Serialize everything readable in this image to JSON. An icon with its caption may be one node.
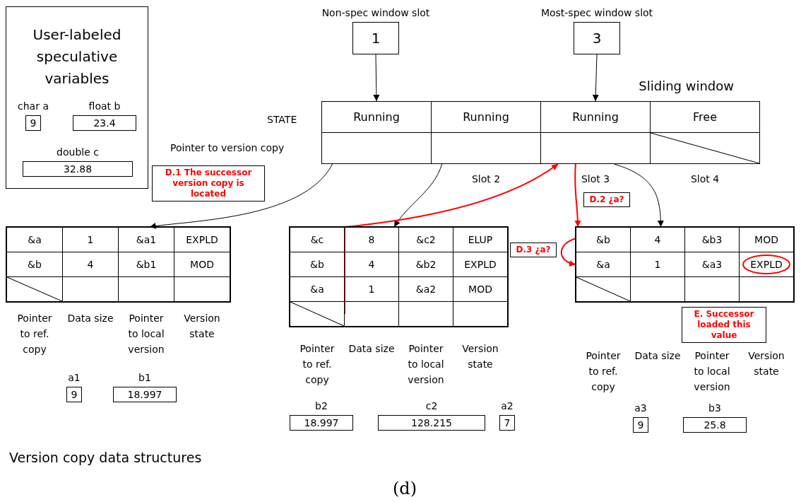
{
  "diagram": {
    "caption": "(d)",
    "nodes": [
      {
        "text": [
          "User-labeled speculative variables"
        ]
      },
      {
        "text": [
          "char a",
          "9"
        ],
        "in": 0
      },
      {
        "text": [
          "float b",
          "23.4"
        ],
        "in": 0
      },
      {
        "text": [
          "double c",
          "32.88"
        ],
        "in": 0
      },
      {
        "text": [
          "Non-spec window slot",
          "1"
        ]
      },
      {
        "text": [
          "Most-spec window slot",
          "3"
        ]
      },
      {
        "text": [
          "Sliding window"
        ]
      },
      {
        "text": [
          "Running"
        ],
        "in": 6
      },
      {
        "text": [
          "Running"
        ],
        "in": 6
      },
      {
        "text": [
          "Running"
        ],
        "in": 6
      },
      {
        "text": [
          "Free"
        ],
        "in": 6
      },
      {
        "text": [],
        "shape": "box",
        "in": 6
      },
      {
        "text": [],
        "shape": "box",
        "in": 6
      },
      {
        "text": [],
        "shape": "box",
        "in": 6
      },
      {
        "text": [],
        "shape": "box",
        "in": 6
      },
      {
        "text": [
          "D.1 The successor version copy is located"
        ]
      },
      {
        "text": [
          "D.2 ¿a?"
        ]
      },
      {
        "text": [
          "D.3 ¿a?"
        ]
      },
      {
        "text": [],
        "shape": "box"
      },
      {
        "text": [
          "&a"
        ],
        "in": 18
      },
      {
        "text": [
          "1"
        ],
        "in": 18
      },
      {
        "text": [
          "&a1"
        ],
        "in": 18
      },
      {
        "text": [
          "EXPLD"
        ],
        "in": 18
      },
      {
        "text": [
          "&b"
        ],
        "in": 18
      },
      {
        "text": [
          "4"
        ],
        "in": 18
      },
      {
        "text": [
          "&b1"
        ],
        "in": 18
      },
      {
        "text": [
          "MOD"
        ],
        "in": 18
      },
      {
        "text": [],
        "shape": "box",
        "in": 18
      },
      {
        "text": [],
        "shape": "box",
        "in": 18
      },
      {
        "text": [],
        "shape": "box",
        "in": 18
      },
      {
        "text": [],
        "shape": "box",
        "in": 18
      },
      {
        "text": [
          "a1",
          "9"
        ]
      },
      {
        "text": [
          "b1",
          "18.997"
        ]
      },
      {
        "text": [],
        "shape": "box"
      },
      {
        "text": [
          "&c"
        ],
        "in": 33
      },
      {
        "text": [
          "8"
        ],
        "in": 33
      },
      {
        "text": [
          "&c2"
        ],
        "in": 33
      },
      {
        "text": [
          "ELUP"
        ],
        "in": 33
      },
      {
        "text": [
          "&b"
        ],
        "in": 33
      },
      {
        "text": [
          "4"
        ],
        "in": 33
      },
      {
        "text": [
          "&b2"
        ],
        "in": 33
      },
      {
        "text": [
          "EXPLD"
        ],
        "in": 33
      },
      {
        "text": [
          "&a"
        ],
        "in": 33
      },
      {
        "text": [
          "1"
        ],
        "in": 33
      },
      {
        "text": [
          "&a2"
        ],
        "in": 33
      },
      {
        "text": [
          "MOD"
        ],
        "in": 33
      },
      {
        "text": [],
        "shape": "box",
        "in": 33
      },
      {
        "text": [],
        "shape": "box",
        "in": 33
      },
      {
        "text": [],
        "shape": "box",
        "in": 33
      },
      {
        "text": [],
        "shape": "box",
        "in": 33
      },
      {
        "text": [
          "b2",
          "18.997"
        ]
      },
      {
        "text": [
          "c2",
          "128.215"
        ]
      },
      {
        "text": [
          "a2",
          "7"
        ]
      },
      {
        "text": [],
        "shape": "box"
      },
      {
        "text": [
          "&b"
        ],
        "in": 53
      },
      {
        "text": [
          "4"
        ],
        "in": 53
      },
      {
        "text": [
          "&b3"
        ],
        "in": 53
      },
      {
        "text": [
          "MOD"
        ],
        "in": 53
      },
      {
        "text": [
          "&a"
        ],
        "in": 53
      },
      {
        "text": [
          "1"
        ],
        "in": 53
      },
      {
        "text": [
          "&a3"
        ],
        "in": 53
      },
      {
        "text": [
          "EXPLD"
        ],
        "in": 53
      },
      {
        "text": [],
        "shape": "box",
        "in": 53
      },
      {
        "text": [],
        "shape": "box",
        "in": 53
      },
      {
        "text": [],
        "shape": "box",
        "in": 53
      },
      {
        "text": [],
        "shape": "box",
        "in": 53
      },
      {
        "text": [
          "E. Successor loaded this value"
        ]
      },
      {
        "text": [
          "a3",
          "9"
        ]
      },
      {
        "text": [
          "b3",
          "25.8"
        ]
      }
    ],
    "edges": [
      {
        "from": 4,
        "to": 7,
        "arrow": "to"
      },
      {
        "from": 5,
        "to": 9,
        "arrow": "to"
      },
      {
        "from": 11,
        "to": 18,
        "arrow": "to"
      },
      {
        "from": 12,
        "to": 33,
        "arrow": "to"
      },
      {
        "from": 13,
        "to": 53,
        "arrow": "to"
      },
      {
        "from": 46,
        "to": 13,
        "arrow": "to",
        "color": "#ff0000"
      },
      {
        "from": 13,
        "to": 54,
        "arrow": "to",
        "color": "#ff0000"
      },
      {
        "from": 54,
        "to": 58,
        "arrow": "to",
        "color": "#ff0000"
      }
    ],
    "labels": [
      "STATE",
      "Pointer to version copy",
      "Slot 2",
      "Slot 3",
      "Slot 4",
      "Pointer to ref. copy",
      "Data size",
      "Pointer to local version",
      "Version state",
      "Pointer to ref. copy",
      "Data size",
      "Pointer to local version",
      "Version state",
      "Pointer to ref. copy",
      "Data size",
      "Pointer to local version",
      "Version state",
      "Version copy data structures"
    ]
  }
}
